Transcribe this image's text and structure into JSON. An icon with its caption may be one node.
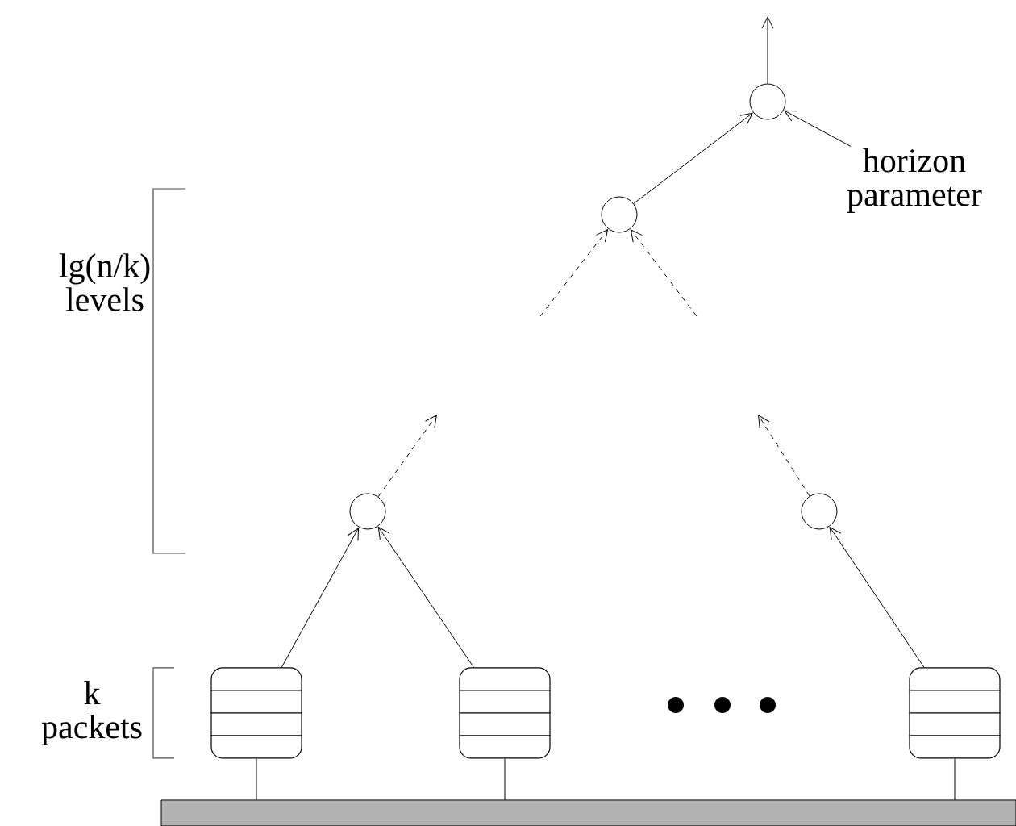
{
  "diagram": {
    "nodes": [
      {
        "text": [],
        "shape": "circle"
      },
      {
        "text": [],
        "shape": "circle"
      },
      {
        "text": [],
        "shape": "circle"
      },
      {
        "text": [],
        "shape": "circle"
      },
      {
        "text": [],
        "shape": "box"
      },
      {
        "text": [],
        "shape": "box"
      },
      {
        "text": [],
        "shape": "box"
      },
      {
        "text": [
          "horizon parameter"
        ]
      },
      {
        "text": [],
        "shape": "bar"
      }
    ],
    "edges": [
      {
        "from": 0,
        "to": null,
        "arrow": "to"
      },
      {
        "from": 1,
        "to": 0,
        "arrow": "to"
      },
      {
        "from": 7,
        "to": 0,
        "arrow": "to"
      },
      {
        "from": null,
        "to": 1,
        "arrow": "to",
        "style": "dashed"
      },
      {
        "from": null,
        "to": 1,
        "arrow": "to",
        "style": "dashed"
      },
      {
        "from": 2,
        "to": null,
        "arrow": "to",
        "style": "dashed"
      },
      {
        "from": 3,
        "to": null,
        "arrow": "to",
        "style": "dashed"
      },
      {
        "from": 4,
        "to": 2,
        "arrow": "to"
      },
      {
        "from": 5,
        "to": 2,
        "arrow": "to"
      },
      {
        "from": 6,
        "to": 3,
        "arrow": "to"
      },
      {
        "from": 8,
        "to": 4,
        "arrow": "none"
      },
      {
        "from": 8,
        "to": 5,
        "arrow": "none"
      },
      {
        "from": 8,
        "to": 6,
        "arrow": "none"
      }
    ],
    "labels": [
      "lg(n/k) levels",
      "k packets"
    ]
  }
}
